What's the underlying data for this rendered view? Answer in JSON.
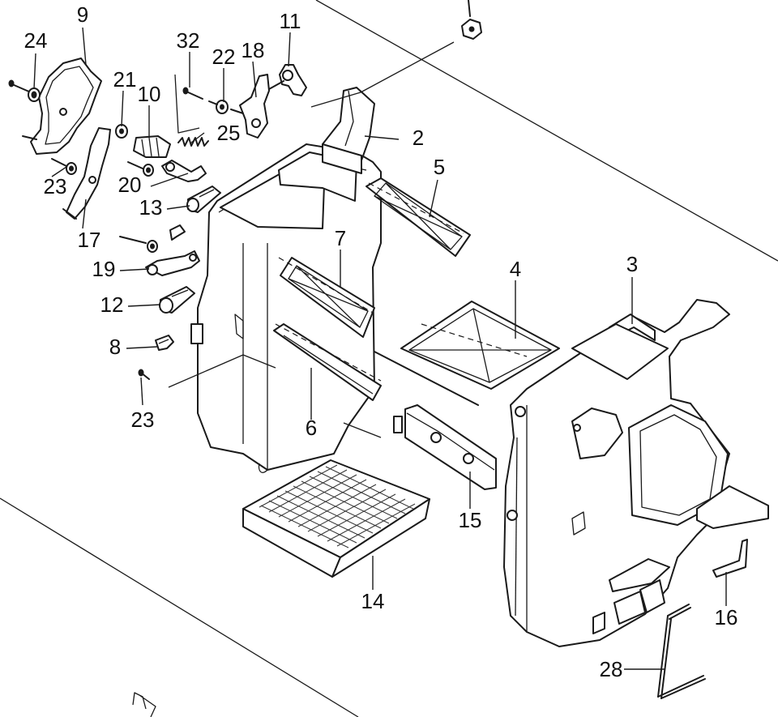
{
  "callouts": {
    "c2": "2",
    "c3": "3",
    "c4": "4",
    "c5": "5",
    "c6": "6",
    "c7": "7",
    "c8": "8",
    "c9": "9",
    "c10": "10",
    "c11": "11",
    "c12": "12",
    "c13": "13",
    "c14": "14",
    "c15": "15",
    "c16": "16",
    "c17": "17",
    "c18": "18",
    "c19": "19",
    "c20": "20",
    "c21": "21",
    "c22": "22",
    "c23a": "23",
    "c23b": "23",
    "c24": "24",
    "c25": "25",
    "c28": "28",
    "c32": "32"
  }
}
